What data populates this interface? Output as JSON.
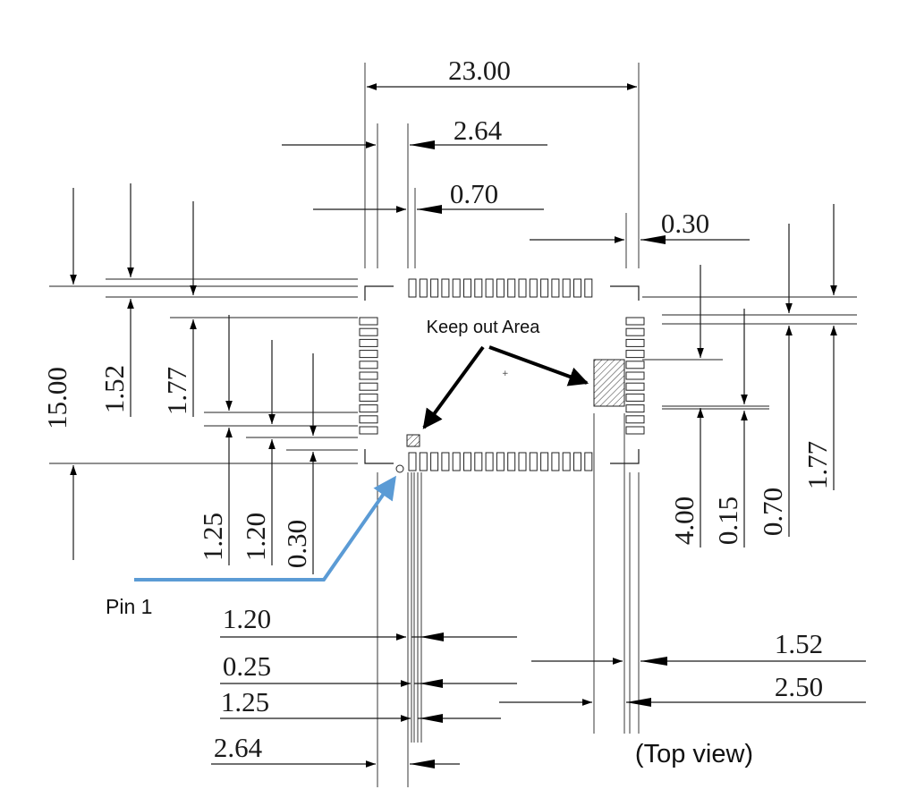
{
  "drawing": {
    "view_label": "(Top view)",
    "keep_out_label": "Keep out Area",
    "pin1_label": "Pin 1",
    "accent_color": "#5b9bd5",
    "dimensions": {
      "overall_width": "23.00",
      "top_offset_a": "2.64",
      "top_pad_width": "0.70",
      "right_offset": "0.30",
      "overall_height": "15.00",
      "left_v1": "1.52",
      "left_v2": "1.77",
      "left_v3": "1.25",
      "left_v4": "1.20",
      "left_v5": "0.30",
      "right_v1": "4.00",
      "right_v2": "0.15",
      "right_v3": "0.70",
      "right_v4": "1.77",
      "bottom_l1": "1.20",
      "bottom_l2": "0.25",
      "bottom_l3": "1.25",
      "bottom_l4": "2.64",
      "bottom_r1": "1.52",
      "bottom_r2": "2.50"
    }
  }
}
